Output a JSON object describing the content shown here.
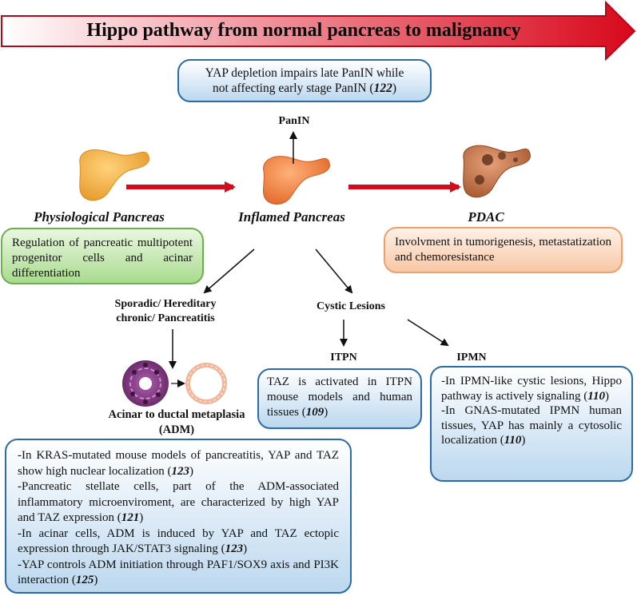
{
  "colors": {
    "banner_start": "#ffffff",
    "banner_end": "#d8081c",
    "flow_arrow": "#d50b1c",
    "blue_border": "#2b6ca6",
    "green_border": "#6ab24a",
    "orange_border": "#f19f6a"
  },
  "title": "Hippo pathway from normal pancreas to malignancy",
  "yap_note": {
    "line1": "YAP depletion impairs late PanIN while",
    "line2_pre": "not affecting early stage PanIN (",
    "ref": "122",
    "line2_post": ")"
  },
  "panin_label": "PanIN",
  "stages": {
    "physiological": "Physiological Pancreas",
    "inflamed": "Inflamed Pancreas",
    "pdac": "PDAC"
  },
  "physiological_box": "Regulation of pancreatic multipotent progenitor cells and acinar differentiation",
  "pdac_box": "Involvment in tumorigenesis, metastatization and chemoresistance",
  "pancreatitis_label": {
    "line1": "Sporadic/ Hereditary",
    "line2": "chronic/ Pancreatitis"
  },
  "cystic_label": "Cystic Lesions",
  "adm_label": {
    "line1": "Acinar to ductal metaplasia",
    "line2": "(ADM)"
  },
  "itpn": {
    "label": "ITPN",
    "text_pre": "TAZ is activated in ITPN mouse models and human tissues (",
    "ref": "109",
    "text_post": ")"
  },
  "ipmn": {
    "label": "IPMN",
    "item1_pre": "-In IPMN-like cystic lesions, Hippo pathway is actively signaling (",
    "item1_ref": "110",
    "item1_post": ")",
    "item2_pre": "-In GNAS-mutated IPMN human tissues, YAP has mainly a cytosolic localization (",
    "item2_ref": "110",
    "item2_post": ")"
  },
  "adm_box": {
    "item1_pre": "-In KRAS-mutated mouse models of pancreatitis, YAP and TAZ show high nuclear localization (",
    "item1_ref": "123",
    "item1_post": ")",
    "item2_pre": "-Pancreatic stellate cells, part of the ADM-associated inflammatory microenviroment, are characterized by high YAP and TAZ expression (",
    "item2_ref": "121",
    "item2_post": ")",
    "item3_pre": "-In acinar cells, ADM is induced by YAP and TAZ ectopic expression through JAK/STAT3 signaling (",
    "item3_ref": "123",
    "item3_post": ")",
    "item4_pre": "-YAP controls ADM initiation through PAF1/SOX9 axis and PI3K interaction (",
    "item4_ref": "125",
    "item4_post": ")"
  }
}
